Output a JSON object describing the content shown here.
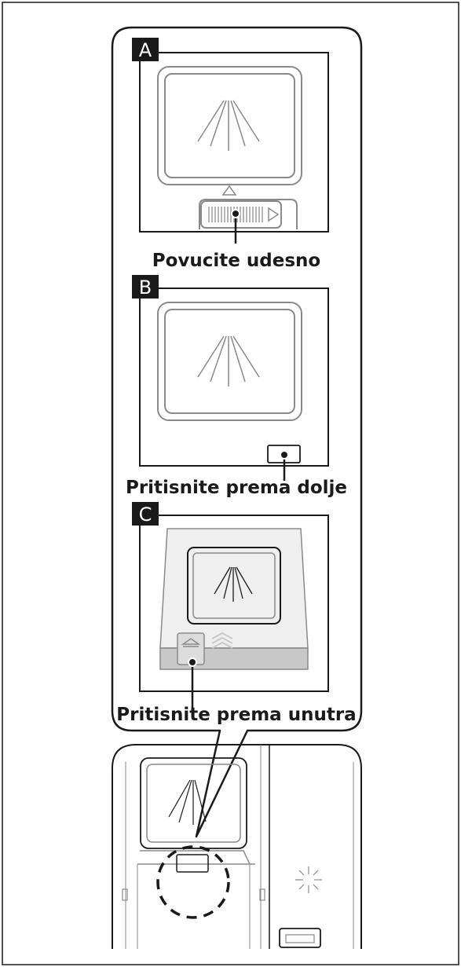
{
  "panels": [
    {
      "letter": "A",
      "caption": "Povucite udesno"
    },
    {
      "letter": "B",
      "caption": "Pritisnite prema dolje"
    },
    {
      "letter": "C",
      "caption": "Pritisnite prema unutra"
    }
  ],
  "colors": {
    "outline": "#1a1a1a",
    "device_line": "#8a8a8a",
    "strip_fill": "#c8c8c8",
    "badge_fill": "#1a1a1a"
  }
}
